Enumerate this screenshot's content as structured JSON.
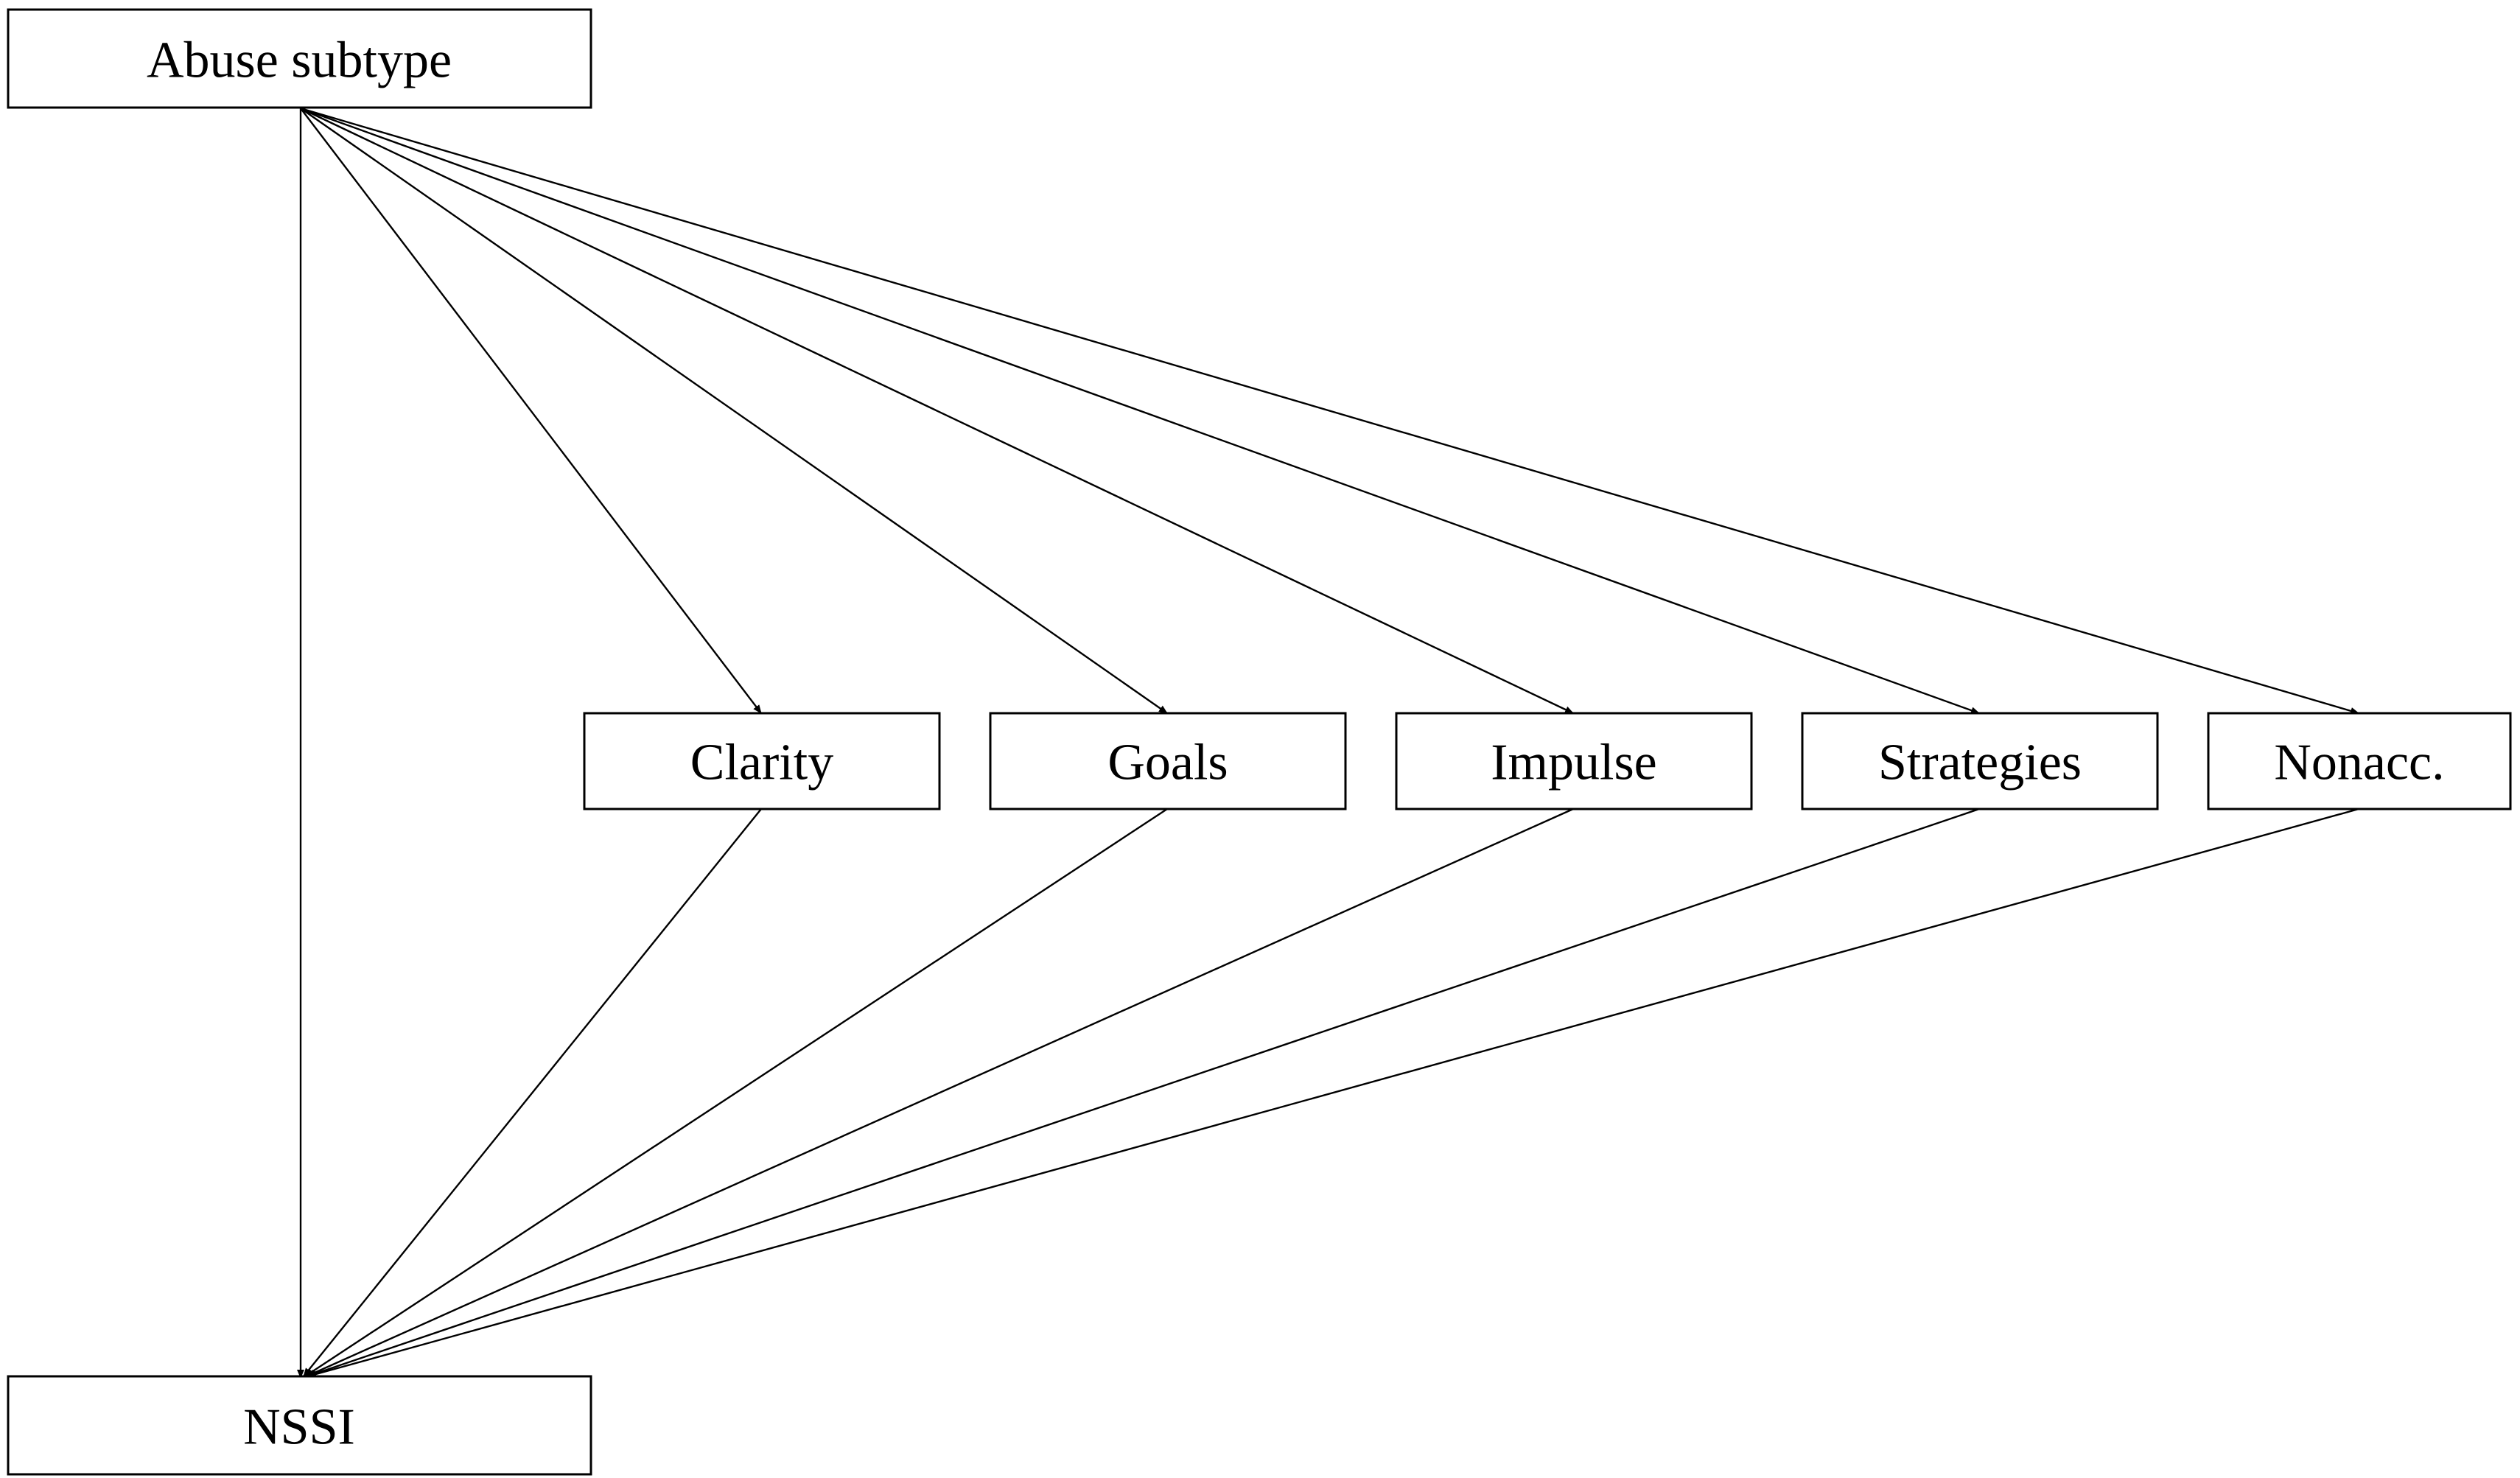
{
  "nodes": {
    "source": {
      "label": "Abuse subtype"
    },
    "mediators": [
      {
        "label": "Clarity"
      },
      {
        "label": "Goals"
      },
      {
        "label": "Impulse"
      },
      {
        "label": "Strategies"
      },
      {
        "label": "Nonacc."
      }
    ],
    "outcome": {
      "label": "NSSI"
    }
  },
  "edges": [
    {
      "from": "Abuse subtype",
      "to": "NSSI"
    },
    {
      "from": "Abuse subtype",
      "to": "Clarity"
    },
    {
      "from": "Abuse subtype",
      "to": "Goals"
    },
    {
      "from": "Abuse subtype",
      "to": "Impulse"
    },
    {
      "from": "Abuse subtype",
      "to": "Strategies"
    },
    {
      "from": "Abuse subtype",
      "to": "Nonacc."
    },
    {
      "from": "Clarity",
      "to": "NSSI"
    },
    {
      "from": "Goals",
      "to": "NSSI"
    },
    {
      "from": "Impulse",
      "to": "NSSI"
    },
    {
      "from": "Strategies",
      "to": "NSSI"
    },
    {
      "from": "Nonacc.",
      "to": "NSSI"
    }
  ]
}
